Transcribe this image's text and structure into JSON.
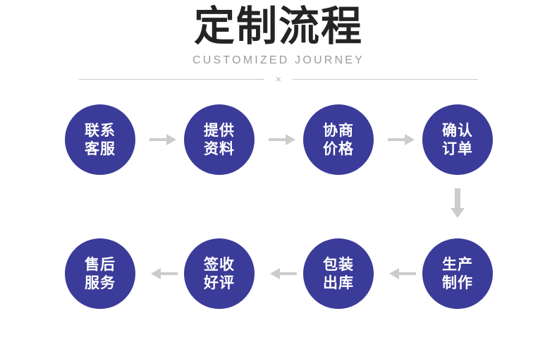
{
  "header": {
    "title": "定制流程",
    "subtitle": "CUSTOMIZED JOURNEY",
    "divider_mark": "×"
  },
  "colors": {
    "node_fill": "#3b3b99",
    "node_text": "#ffffff",
    "arrow": "#cccccc",
    "title_text": "#242424",
    "subtitle_text": "#9b9b9b",
    "divider_line": "#c9c9c9",
    "background": "#ffffff"
  },
  "flow": {
    "steps": [
      {
        "index": 1,
        "line1": "联系",
        "line2": "客服"
      },
      {
        "index": 2,
        "line1": "提供",
        "line2": "资料"
      },
      {
        "index": 3,
        "line1": "协商",
        "line2": "价格"
      },
      {
        "index": 4,
        "line1": "确认",
        "line2": "订单"
      },
      {
        "index": 5,
        "line1": "生产",
        "line2": "制作"
      },
      {
        "index": 6,
        "line1": "包装",
        "line2": "出库"
      },
      {
        "index": 7,
        "line1": "签收",
        "line2": "好评"
      },
      {
        "index": 8,
        "line1": "售后",
        "line2": "服务"
      }
    ],
    "connectors": [
      {
        "id": "c1",
        "direction": "right",
        "from": 1,
        "to": 2
      },
      {
        "id": "c2",
        "direction": "right",
        "from": 2,
        "to": 3
      },
      {
        "id": "c3",
        "direction": "right",
        "from": 3,
        "to": 4
      },
      {
        "id": "c4",
        "direction": "down",
        "from": 4,
        "to": 5
      },
      {
        "id": "c5",
        "direction": "left",
        "from": 5,
        "to": 6
      },
      {
        "id": "c6",
        "direction": "left",
        "from": 6,
        "to": 7
      },
      {
        "id": "c7",
        "direction": "left",
        "from": 7,
        "to": 8
      }
    ]
  }
}
